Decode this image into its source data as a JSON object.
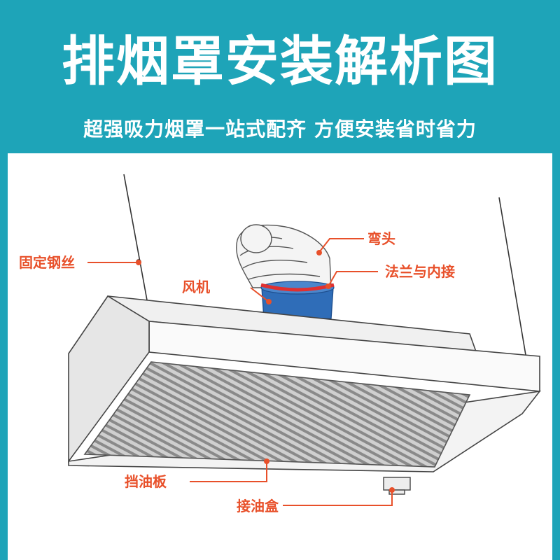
{
  "header": {
    "title": "排烟罩安装解析图",
    "subtitle": "超强吸力烟罩一站式配齐 方便安装省时省力"
  },
  "labels": {
    "wire": "固定钢丝",
    "elbow": "弯头",
    "fan": "风机",
    "flange": "法兰与内接",
    "baffle": "挡油板",
    "oil_box": "接油盒"
  },
  "colors": {
    "background": "#1ea4b8",
    "label": "#e8502a",
    "fan_blue": "#2f6db8",
    "flange_red": "#e03030"
  }
}
